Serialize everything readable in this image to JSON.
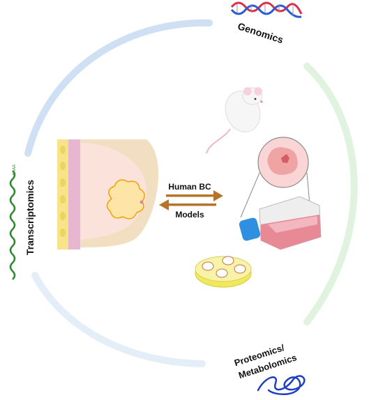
{
  "labels": {
    "genomics": "Genomics",
    "transcriptomics": "Transcriptomics",
    "proteomics": "Proteomics/",
    "metabolomics": "Metabolomics",
    "human_bc": "Human BC",
    "models": "Models"
  },
  "colors": {
    "ring_top": "#cfe0f5",
    "ring_right": "#dff3df",
    "ring_bottom": "#e4eef8",
    "arrow": "#b8732a",
    "dna_red": "#d9304a",
    "dna_blue": "#2a5bd7",
    "wave_green": "#2c8a2c",
    "squiggle_blue": "#1e3fc0",
    "flask_liquid": "#e88a95",
    "flask_cap": "#2f8fe0",
    "dish_yellow": "#f2e95a"
  },
  "icons": {
    "genomics": "dna-helix-icon",
    "transcriptomics": "rna-wave-icon",
    "proteomics": "protein-squiggle-icon",
    "models": "mouse-icon"
  }
}
